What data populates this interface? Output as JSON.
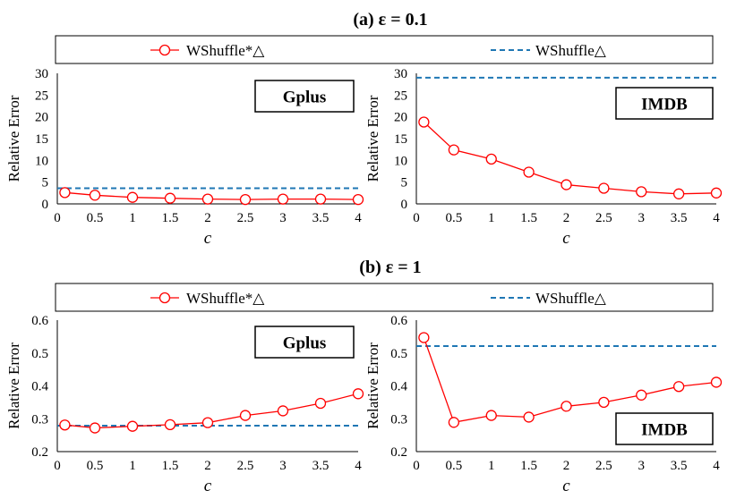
{
  "figure": {
    "sections": [
      {
        "title": "(a) ε = 0.1",
        "legend": [
          "WShuffle*△",
          "WShuffle△"
        ]
      },
      {
        "title": "(b) ε = 1",
        "legend": [
          "WShuffle*△",
          "WShuffle△"
        ]
      }
    ],
    "colors": {
      "series_line": "#ff0000",
      "baseline": "#1f77b4"
    }
  },
  "chart_data": [
    {
      "type": "line",
      "panel_label": "Gplus",
      "xlabel": "c",
      "ylabel": "Relative Error",
      "x": [
        0.1,
        0.5,
        1,
        1.5,
        2,
        2.5,
        3,
        3.5,
        4
      ],
      "x_ticks": [
        0,
        0.5,
        1,
        1.5,
        2,
        2.5,
        3,
        3.5,
        4
      ],
      "x_tick_labels": [
        "0",
        "0.5",
        "1",
        "1.5",
        "2",
        "2.5",
        "3",
        "3.5",
        "4"
      ],
      "ylim": [
        0,
        30
      ],
      "y_ticks": [
        0,
        5,
        10,
        15,
        20,
        25,
        30
      ],
      "y_tick_labels": [
        "0",
        "5",
        "10",
        "15",
        "20",
        "25",
        "30"
      ],
      "series": [
        {
          "name": "WShuffle*△",
          "values": [
            2.6,
            2.0,
            1.5,
            1.3,
            1.1,
            1.0,
            1.1,
            1.1,
            1.0
          ]
        }
      ],
      "baseline": {
        "name": "WShuffle△",
        "value": 3.6
      }
    },
    {
      "type": "line",
      "panel_label": "IMDB",
      "xlabel": "c",
      "ylabel": "Relative Error",
      "x": [
        0.1,
        0.5,
        1,
        1.5,
        2,
        2.5,
        3,
        3.5,
        4
      ],
      "x_ticks": [
        0,
        0.5,
        1,
        1.5,
        2,
        2.5,
        3,
        3.5,
        4
      ],
      "x_tick_labels": [
        "0",
        "0.5",
        "1",
        "1.5",
        "2",
        "2.5",
        "3",
        "3.5",
        "4"
      ],
      "ylim": [
        0,
        30
      ],
      "y_ticks": [
        0,
        5,
        10,
        15,
        20,
        25,
        30
      ],
      "y_tick_labels": [
        "0",
        "5",
        "10",
        "15",
        "20",
        "25",
        "30"
      ],
      "series": [
        {
          "name": "WShuffle*△",
          "values": [
            18.8,
            12.4,
            10.3,
            7.3,
            4.4,
            3.6,
            2.8,
            2.3,
            2.5
          ]
        }
      ],
      "baseline": {
        "name": "WShuffle△",
        "value": 29.0
      }
    },
    {
      "type": "line",
      "panel_label": "Gplus",
      "xlabel": "c",
      "ylabel": "Relative Error",
      "x": [
        0.1,
        0.5,
        1,
        1.5,
        2,
        2.5,
        3,
        3.5,
        4
      ],
      "x_ticks": [
        0,
        0.5,
        1,
        1.5,
        2,
        2.5,
        3,
        3.5,
        4
      ],
      "x_tick_labels": [
        "0",
        "0.5",
        "1",
        "1.5",
        "2",
        "2.5",
        "3",
        "3.5",
        "4"
      ],
      "ylim": [
        0.2,
        0.6
      ],
      "y_ticks": [
        0.2,
        0.3,
        0.4,
        0.5,
        0.6
      ],
      "y_tick_labels": [
        "0.2",
        "0.3",
        "0.4",
        "0.5",
        "0.6"
      ],
      "series": [
        {
          "name": "WShuffle*△",
          "values": [
            0.281,
            0.272,
            0.277,
            0.282,
            0.288,
            0.31,
            0.324,
            0.347,
            0.376
          ]
        }
      ],
      "baseline": {
        "name": "WShuffle△",
        "value": 0.279
      }
    },
    {
      "type": "line",
      "panel_label": "IMDB",
      "xlabel": "c",
      "ylabel": "Relative Error",
      "x": [
        0.1,
        0.5,
        1,
        1.5,
        2,
        2.5,
        3,
        3.5,
        4
      ],
      "x_ticks": [
        0,
        0.5,
        1,
        1.5,
        2,
        2.5,
        3,
        3.5,
        4
      ],
      "x_tick_labels": [
        "0",
        "0.5",
        "1",
        "1.5",
        "2",
        "2.5",
        "3",
        "3.5",
        "4"
      ],
      "ylim": [
        0.2,
        0.6
      ],
      "y_ticks": [
        0.2,
        0.3,
        0.4,
        0.5,
        0.6
      ],
      "y_tick_labels": [
        "0.2",
        "0.3",
        "0.4",
        "0.5",
        "0.6"
      ],
      "series": [
        {
          "name": "WShuffle*△",
          "values": [
            0.547,
            0.289,
            0.31,
            0.305,
            0.338,
            0.35,
            0.372,
            0.398,
            0.411
          ]
        }
      ],
      "baseline": {
        "name": "WShuffle△",
        "value": 0.521
      }
    }
  ]
}
